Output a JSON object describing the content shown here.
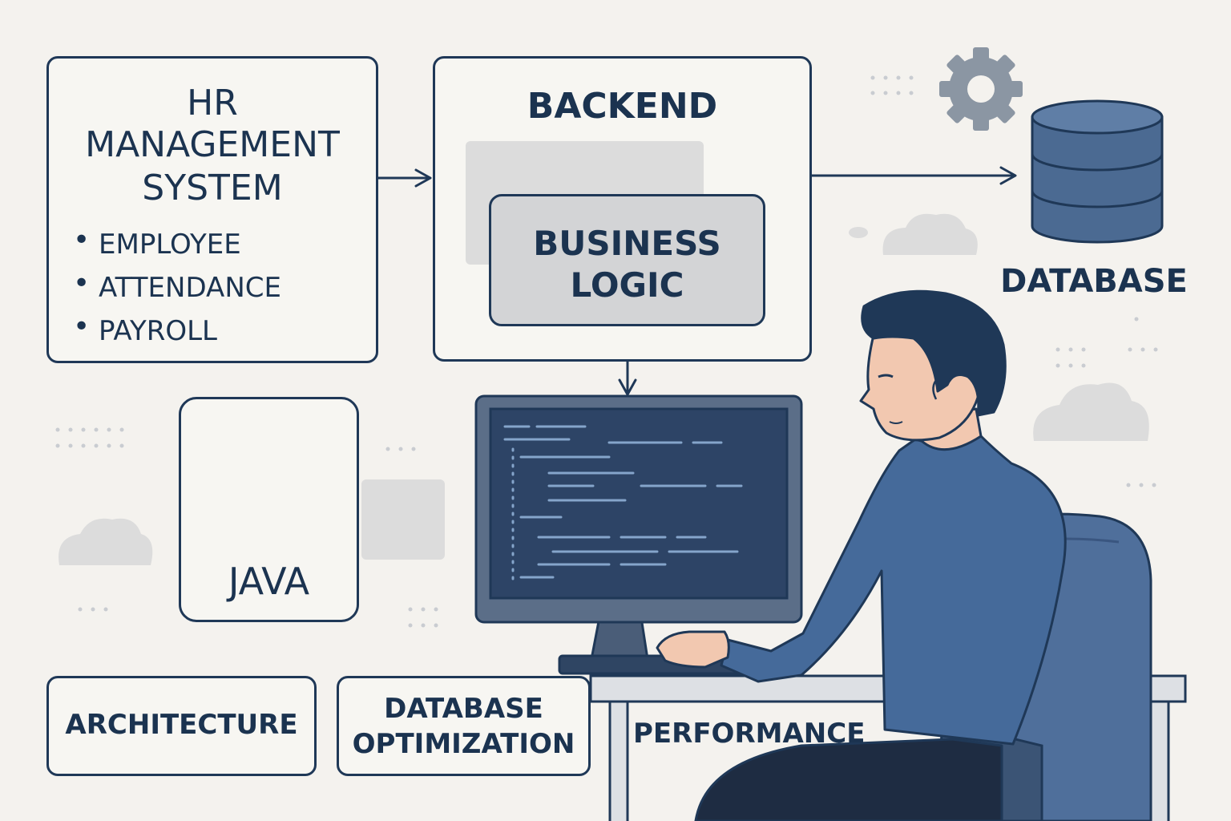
{
  "hr_system": {
    "title_line1": "HR",
    "title_line2": "Management",
    "title_line3": "System",
    "items": [
      {
        "label": "Employee"
      },
      {
        "label": "Attendance"
      },
      {
        "label": "Payroll"
      }
    ]
  },
  "backend": {
    "title": "Backend"
  },
  "business_logic": {
    "line1": "Business",
    "line2": "Logic"
  },
  "database": {
    "label": "Database"
  },
  "java": {
    "label": "Java"
  },
  "tags": {
    "architecture": "Architecture",
    "db_opt_line1": "Database",
    "db_opt_line2": "Optimization",
    "performance": "Performance"
  },
  "icons": {
    "settings": "gear-icon",
    "database": "database-cylinder-icon",
    "java": "java-coffee-cup-icon"
  },
  "colors": {
    "outline": "#1f3857",
    "background": "#f4f2ee",
    "shirt": "#456a9a",
    "database_fill": "#4b6a92",
    "screen": "#2d4466",
    "gear": "#8b96a3",
    "panel_gray": "#d3d4d6"
  }
}
